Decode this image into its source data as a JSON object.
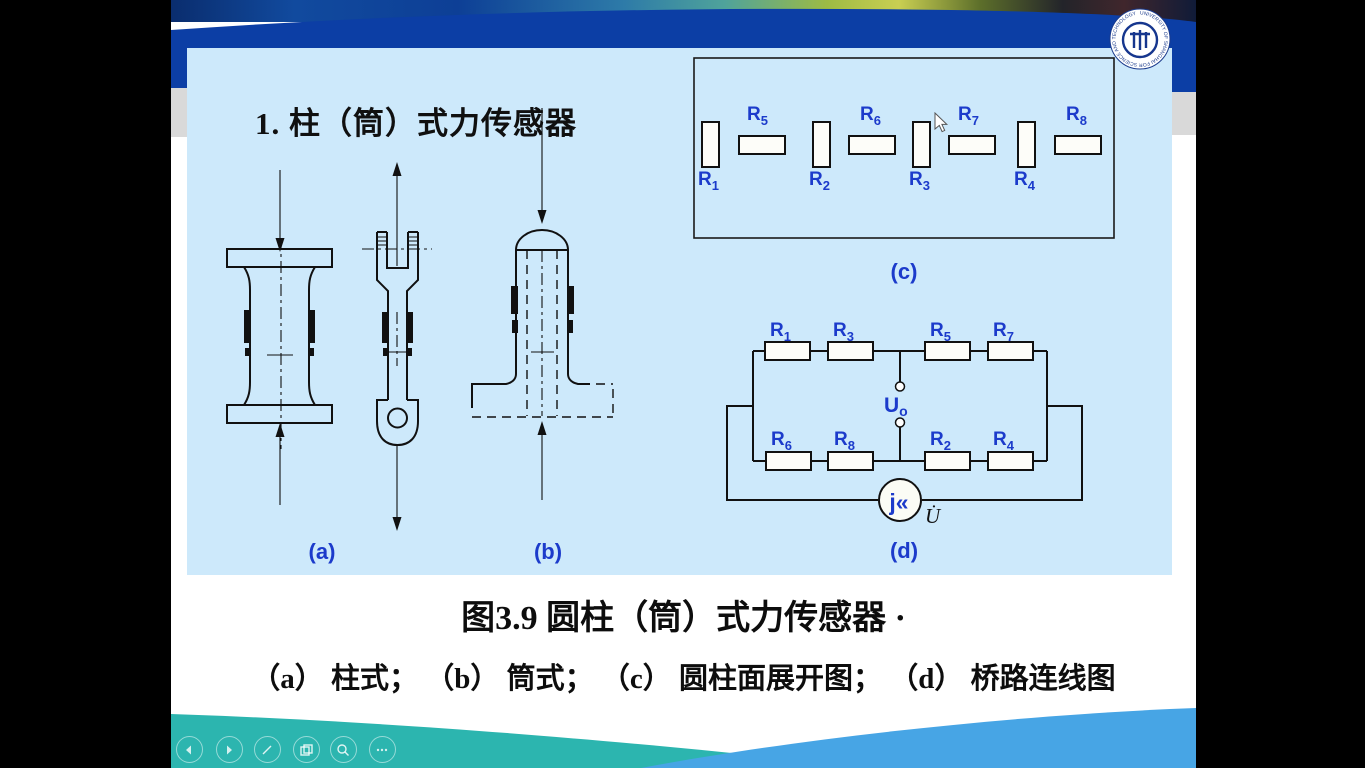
{
  "slide": {
    "title": "1. 柱（筒）式力传感器",
    "caption": {
      "line1": "图3.9 圆柱（筒）式力传感器 ·",
      "line2": "（a） 柱式； （b） 筒式； （c） 圆柱面展开图； （d） 桥路连线图"
    },
    "colors": {
      "panel_blue": "#cde9fb",
      "header_blue": "#0c3ea5",
      "label_blue": "#1c3bcb",
      "wave_teal": "#2cb5af",
      "wave_blue": "#47a5e5"
    }
  },
  "figures": {
    "a": {
      "label": "(a)"
    },
    "b": {
      "label": "(b)"
    },
    "c": {
      "label": "(c)",
      "vertical_resistors": [
        {
          "base": "R",
          "sub": "1"
        },
        {
          "base": "R",
          "sub": "2"
        },
        {
          "base": "R",
          "sub": "3"
        },
        {
          "base": "R",
          "sub": "4"
        }
      ],
      "horizontal_resistors": [
        {
          "base": "R",
          "sub": "5"
        },
        {
          "base": "R",
          "sub": "6"
        },
        {
          "base": "R",
          "sub": "7"
        },
        {
          "base": "R",
          "sub": "8"
        }
      ]
    },
    "d": {
      "label": "(d)",
      "top_row": [
        {
          "base": "R",
          "sub": "1"
        },
        {
          "base": "R",
          "sub": "3"
        },
        {
          "base": "R",
          "sub": "5"
        },
        {
          "base": "R",
          "sub": "7"
        }
      ],
      "bottom_row": [
        {
          "base": "R",
          "sub": "6"
        },
        {
          "base": "R",
          "sub": "8"
        },
        {
          "base": "R",
          "sub": "2"
        },
        {
          "base": "R",
          "sub": "4"
        }
      ],
      "output": {
        "base": "U",
        "sub": "o"
      },
      "source_glyph": "j«",
      "excitation": "U̇"
    }
  },
  "logo": {
    "ring_text": "UNIVERSITY OF SHANGHAI FOR SCIENCE AND TECHNOLOGY"
  },
  "toolbar": {
    "icons": [
      "previous",
      "next",
      "pen",
      "slides",
      "zoom",
      "more"
    ]
  }
}
